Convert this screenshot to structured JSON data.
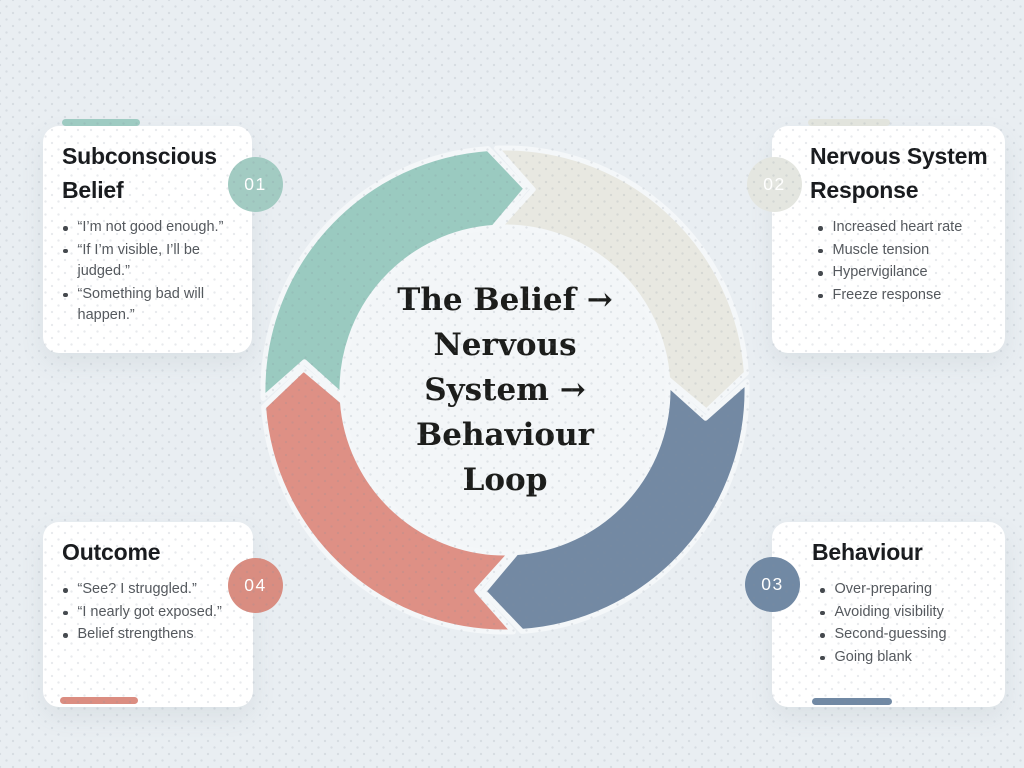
{
  "title": "The Belief → Nervous System → Behaviour Loop infographic",
  "background": {
    "color": "#e9eef2",
    "dot_color": "#808c9a"
  },
  "colors": {
    "teal": "#9acac0",
    "gray": "#e8e8e1",
    "blue": "#7389a3",
    "salmon": "#de9085",
    "card": "#ffffff",
    "title_text": "#191b1e",
    "body_text": "#54585d",
    "badge_text": "#ffffff",
    "center_text": "#1c1d1b"
  },
  "center": {
    "title_lines": [
      "The Belief →",
      "Nervous",
      "System →",
      "Behaviour",
      "Loop"
    ]
  },
  "diagram": {
    "type": "circular-loop",
    "direction": "clockwise",
    "segments": [
      {
        "step": "01",
        "color_name": "teal",
        "position": "top-left"
      },
      {
        "step": "02",
        "color_name": "gray",
        "position": "top-right"
      },
      {
        "step": "03",
        "color_name": "blue",
        "position": "bottom-right"
      },
      {
        "step": "04",
        "color_name": "salmon",
        "position": "bottom-left"
      }
    ]
  },
  "cards": [
    {
      "number": "01",
      "title": "Subconscious Belief",
      "accent": "#9ecbc2",
      "bullets": [
        "“I’m not good enough.”",
        "“If I’m visible, I’ll be judged.”",
        "“Something bad will happen.”"
      ]
    },
    {
      "number": "02",
      "title": "Nervous System Response",
      "accent": "#e2e4dd",
      "bullets": [
        "Increased heart rate",
        "Muscle tension",
        "Hypervigilance",
        "Freeze response"
      ]
    },
    {
      "number": "03",
      "title": "Behaviour",
      "accent": "#7189a4",
      "bullets": [
        "Over-preparing",
        "Avoiding visibility",
        "Second-guessing",
        "Going blank"
      ]
    },
    {
      "number": "04",
      "title": "Outcome",
      "accent": "#db8d81",
      "bullets": [
        "“See? I struggled.”",
        "“I nearly got exposed.”",
        "Belief strengthens"
      ]
    }
  ]
}
